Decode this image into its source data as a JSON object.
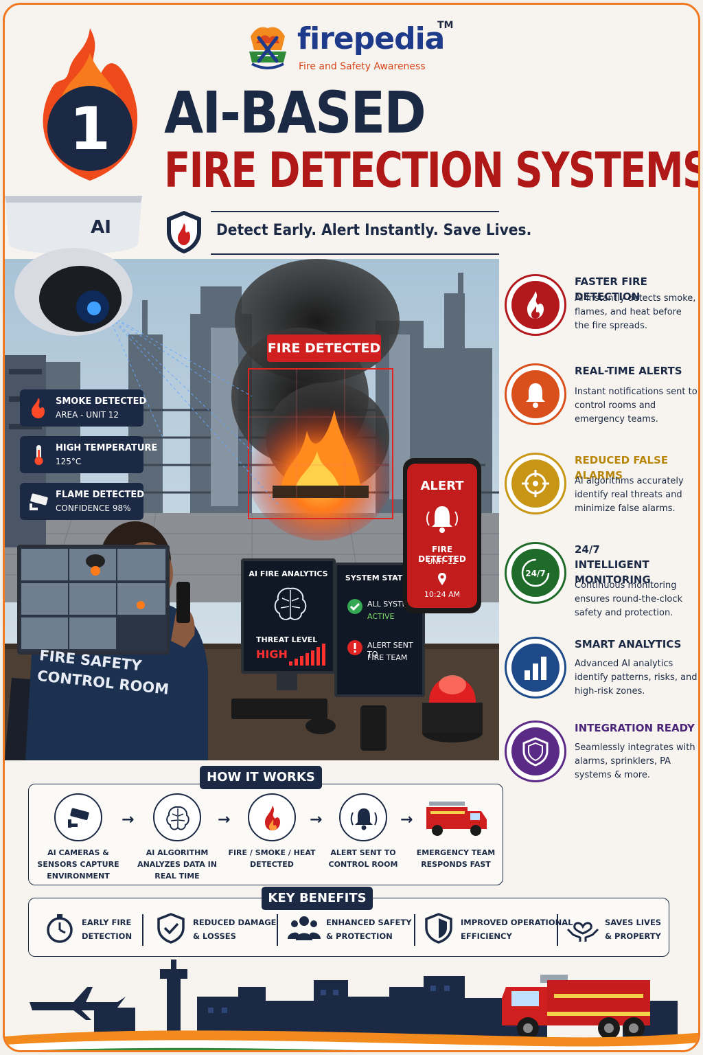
{
  "brand": {
    "name": "firepedia",
    "tm": "TM",
    "tagline": "Fire and Safety Awareness"
  },
  "badge_number": "1",
  "title": {
    "line1": "AI-BASED",
    "line2": "FIRE DETECTION SYSTEMS",
    "tagline": "Detect Early. Alert Instantly. Save Lives."
  },
  "scene": {
    "camera_label": "AI",
    "fire_label": "FIRE DETECTED",
    "overlays": [
      {
        "line1": "SMOKE DETECTED",
        "line2": "AREA - UNIT 12",
        "icon": "flame-icon"
      },
      {
        "line1": "HIGH TEMPERATURE",
        "line2": "125°C",
        "icon": "thermometer-icon"
      },
      {
        "line1": "FLAME DETECTED",
        "line2": "CONFIDENCE 98%",
        "icon": "camera-icon"
      }
    ],
    "phone": {
      "alert": "ALERT",
      "line1": "FIRE DETECTED",
      "line2": "UNIT 12",
      "time": "10:24 AM"
    },
    "monitor_analytics": {
      "title": "AI FIRE ANALYTICS",
      "threat_label": "THREAT LEVEL",
      "threat_value": "HIGH"
    },
    "monitor_status": {
      "title": "SYSTEM STATUS",
      "item1_line1": "ALL SYSTEMS",
      "item1_line2": "ACTIVE",
      "item2_line1": "ALERT SENT TO",
      "item2_line2": "FIRE TEAM"
    },
    "jacket_line1": "FIRE SAFETY",
    "jacket_line2": "CONTROL ROOM"
  },
  "features": [
    {
      "title": "FASTER FIRE DETECTION",
      "desc": "AI instantly detects smoke, flames, and heat before the fire spreads.",
      "color": "#b3181c",
      "icon": "flame-icon"
    },
    {
      "title": "REAL-TIME ALERTS",
      "desc": "Instant notifications sent to control rooms and emergency teams.",
      "color": "#d9501c",
      "icon": "bell-icon"
    },
    {
      "title": "REDUCED FALSE ALARMS",
      "desc": "AI algorithms accurately identify real threats and minimize false alarms.",
      "color": "#c99515",
      "icon": "crosshair-icon"
    },
    {
      "title": "24/7 INTELLIGENT MONITORING",
      "desc": "Continuous monitoring ensures round-the-clock safety and protection.",
      "color": "#1f6b2a",
      "icon": "clock-24-7-icon",
      "icon_text": "24/7"
    },
    {
      "title": "SMART ANALYTICS",
      "desc": "Advanced AI analytics identify patterns, risks, and high-risk zones.",
      "color": "#1e4a8a",
      "icon": "bar-chart-icon"
    },
    {
      "title": "INTEGRATION READY",
      "desc": "Seamlessly integrates with alarms, sprinklers, PA systems & more.",
      "color": "#5a2a86",
      "icon": "shield-icon"
    }
  ],
  "how_it_works": {
    "heading": "HOW IT WORKS",
    "steps": [
      {
        "label": "AI CAMERAS & SENSORS CAPTURE ENVIRONMENT",
        "icon": "cctv-camera-icon"
      },
      {
        "label": "AI ALGORITHM ANALYZES DATA IN REAL TIME",
        "icon": "brain-icon"
      },
      {
        "label": "FIRE / SMOKE / HEAT DETECTED",
        "icon": "flame-icon"
      },
      {
        "label": "ALERT SENT TO CONTROL ROOM",
        "icon": "bell-icon"
      },
      {
        "label": "EMERGENCY TEAM RESPONDS FAST",
        "icon": "fire-truck-icon"
      }
    ]
  },
  "key_benefits": {
    "heading": "KEY BENEFITS",
    "items": [
      {
        "line1": "EARLY FIRE",
        "line2": "DETECTION",
        "icon": "stopwatch-icon"
      },
      {
        "line1": "REDUCED DAMAGE",
        "line2": "& LOSSES",
        "icon": "shield-check-icon"
      },
      {
        "line1": "ENHANCED SAFETY",
        "line2": "& PROTECTION",
        "icon": "people-icon"
      },
      {
        "line1": "IMPROVED OPERATIONAL",
        "line2": "EFFICIENCY",
        "icon": "shield-icon"
      },
      {
        "line1": "SAVES LIVES",
        "line2": "& PROPERTY",
        "icon": "heart-hands-icon"
      }
    ]
  }
}
